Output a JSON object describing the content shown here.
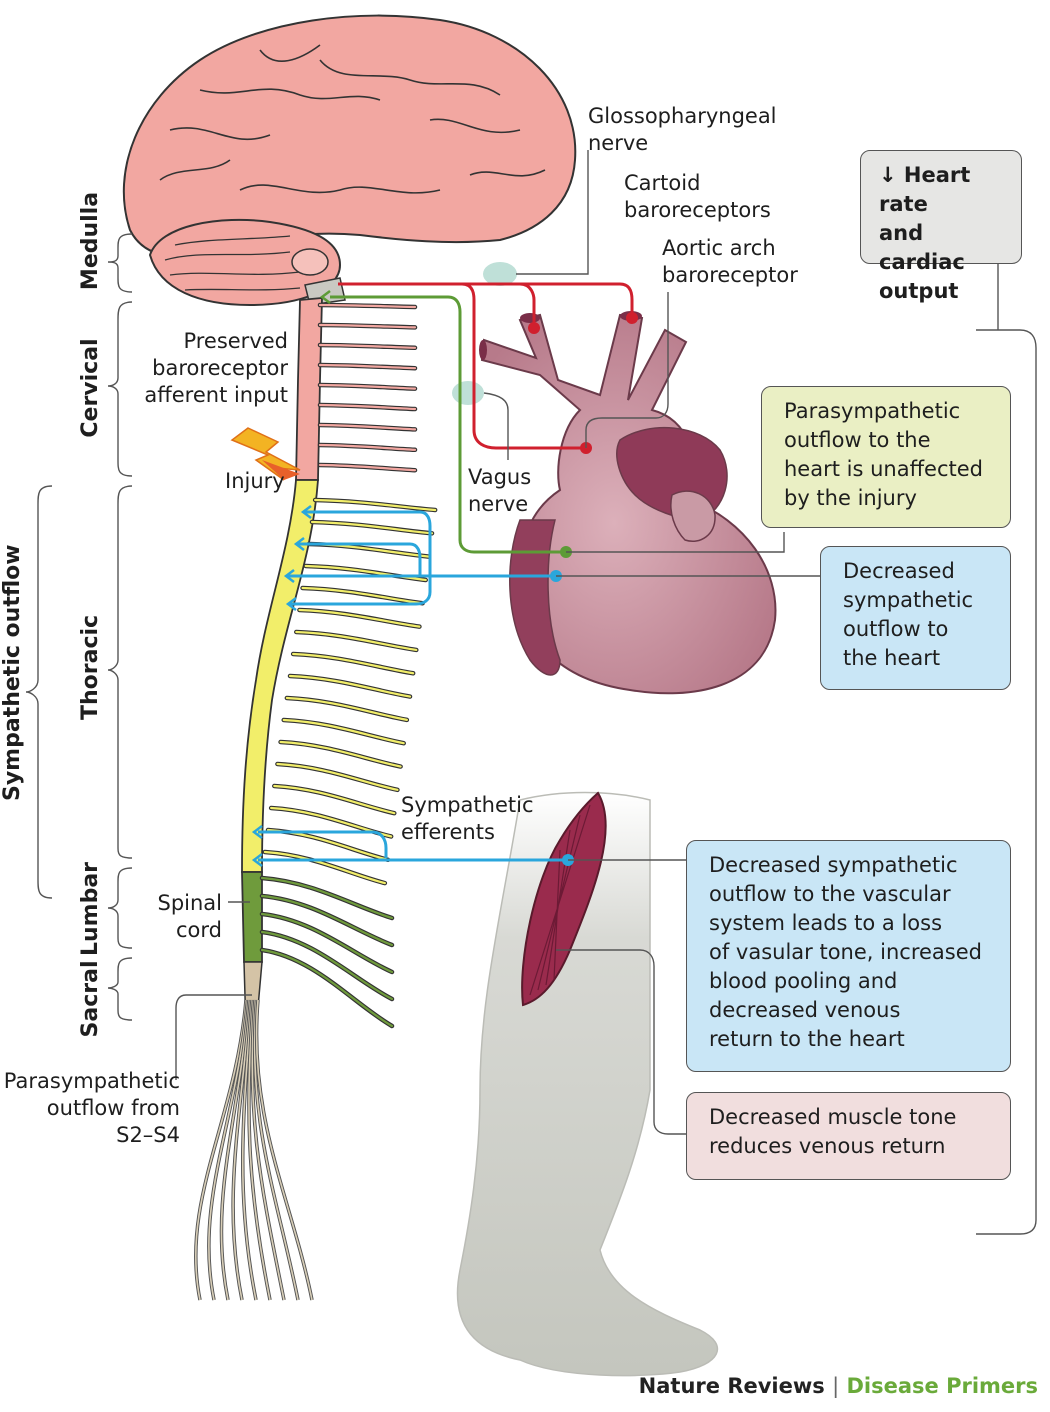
{
  "labels": {
    "glossopharyngeal": "Glossopharyngeal\nnerve",
    "carotid": "Cartoid\nbaroreceptors",
    "aortic": "Aortic arch\nbaroreceptor",
    "preserved": "Preserved\nbaroreceptor\nafferent input",
    "injury": "Injury",
    "vagus": "Vagus\nnerve",
    "sympathetic_efferents": "Sympathetic\nefferents",
    "spinal_cord": "Spinal\ncord",
    "parasympathetic_sacral": "Parasympathetic\noutflow from\nS2–S4"
  },
  "regions": {
    "medulla": "Medulla",
    "cervical": "Cervical",
    "thoracic": "Thoracic",
    "lumbar": "Lumbar",
    "sacral": "Sacral",
    "sympathetic_outflow": "Sympathetic outflow"
  },
  "boxes": {
    "heart_rate": "↓ Heart rate\nand cardiac\noutput",
    "parasympathetic": "Parasympathetic\noutflow to the\nheart is unaffected\nby the injury",
    "sympathetic_heart": "Decreased\nsympathetic\noutflow to\nthe heart",
    "vascular": "Decreased sympathetic\noutflow to the vascular\nsystem leads to a loss\nof vasular tone, increased\nblood pooling and\ndecreased venous\nreturn to the heart",
    "muscle": "Decreased muscle tone\nreduces venous return"
  },
  "credit": {
    "journal": "Nature Reviews",
    "separator": "|",
    "series": "Disease Primers"
  },
  "colors": {
    "brain": "#f2a7a1",
    "spinal_cervical": "#f2a7a1",
    "spinal_thoracic": "#f2ee6a",
    "spinal_lumbar": "#6f9b3c",
    "afferent_red": "#d0202e",
    "parasympathetic_green": "#5d9b36",
    "sympathetic_blue": "#2aa6dc",
    "heart": "#c98e9d",
    "leg": "#c9cac4",
    "muscle": "#9a2b4d"
  }
}
